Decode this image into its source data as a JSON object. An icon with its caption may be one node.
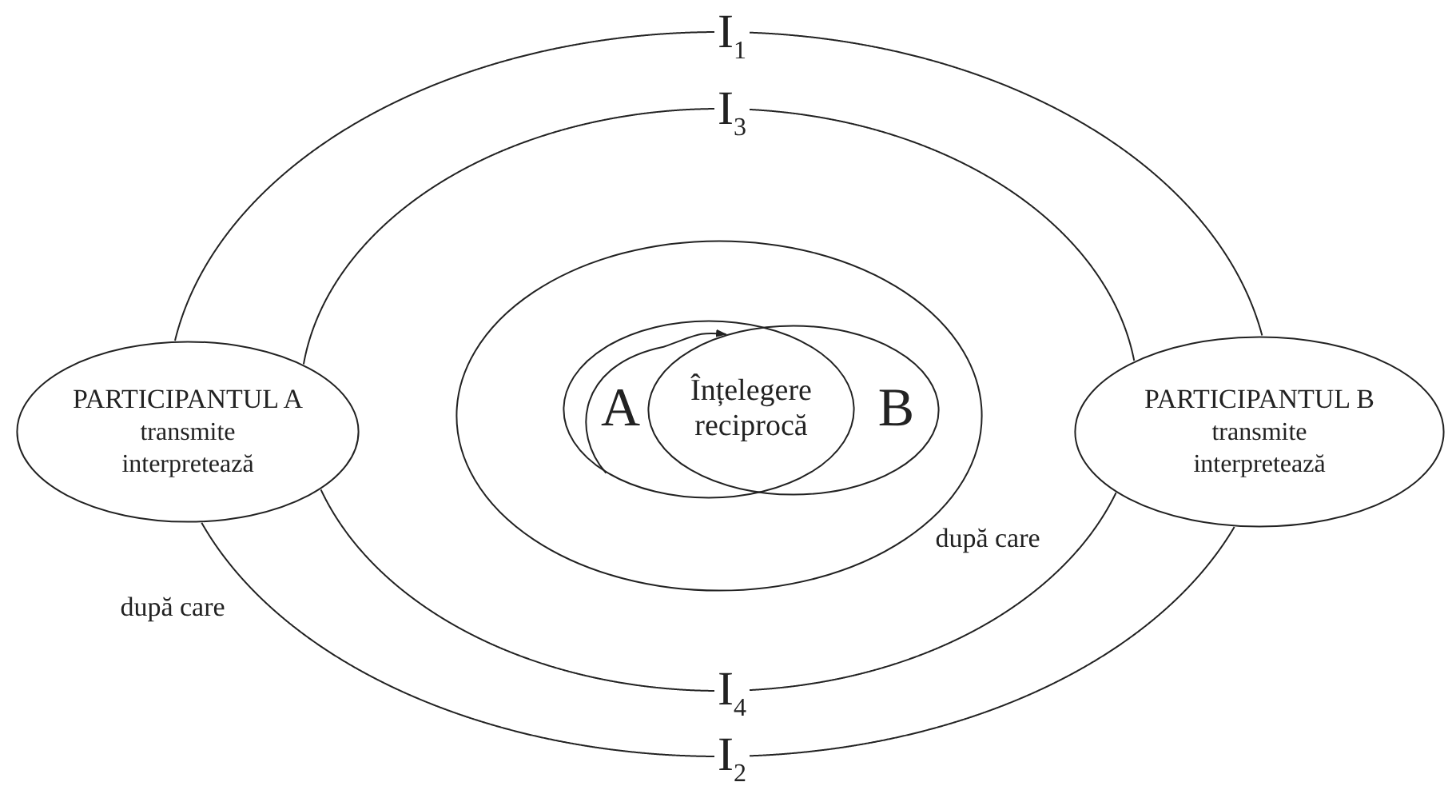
{
  "diagram": {
    "nodes": [
      {
        "text": [
          "PARTICIPANTUL A",
          "transmite",
          "interpretează"
        ]
      },
      {
        "text": [
          "PARTICIPANTUL B",
          "transmite",
          "interpretează"
        ]
      },
      {
        "text": [],
        "shape": "circle"
      },
      {
        "text": [
          "A"
        ],
        "in": 2
      },
      {
        "text": [
          "B"
        ],
        "in": 2
      }
    ],
    "edges": [
      {
        "from": 0,
        "to": 1,
        "arrow": "none",
        "label": "I$_{1}$"
      },
      {
        "from": 0,
        "to": 1,
        "arrow": "none",
        "label": "I$_{3}$"
      },
      {
        "from": 0,
        "to": 1,
        "arrow": "none",
        "label": "I$_{4}$"
      },
      {
        "from": 0,
        "to": 1,
        "arrow": "none",
        "label": "I$_{2}$"
      },
      {
        "from": 3,
        "to": 4,
        "arrow": "to"
      }
    ],
    "labels": [
      "Înțelegere reciprocă",
      "după care",
      "după care"
    ]
  }
}
